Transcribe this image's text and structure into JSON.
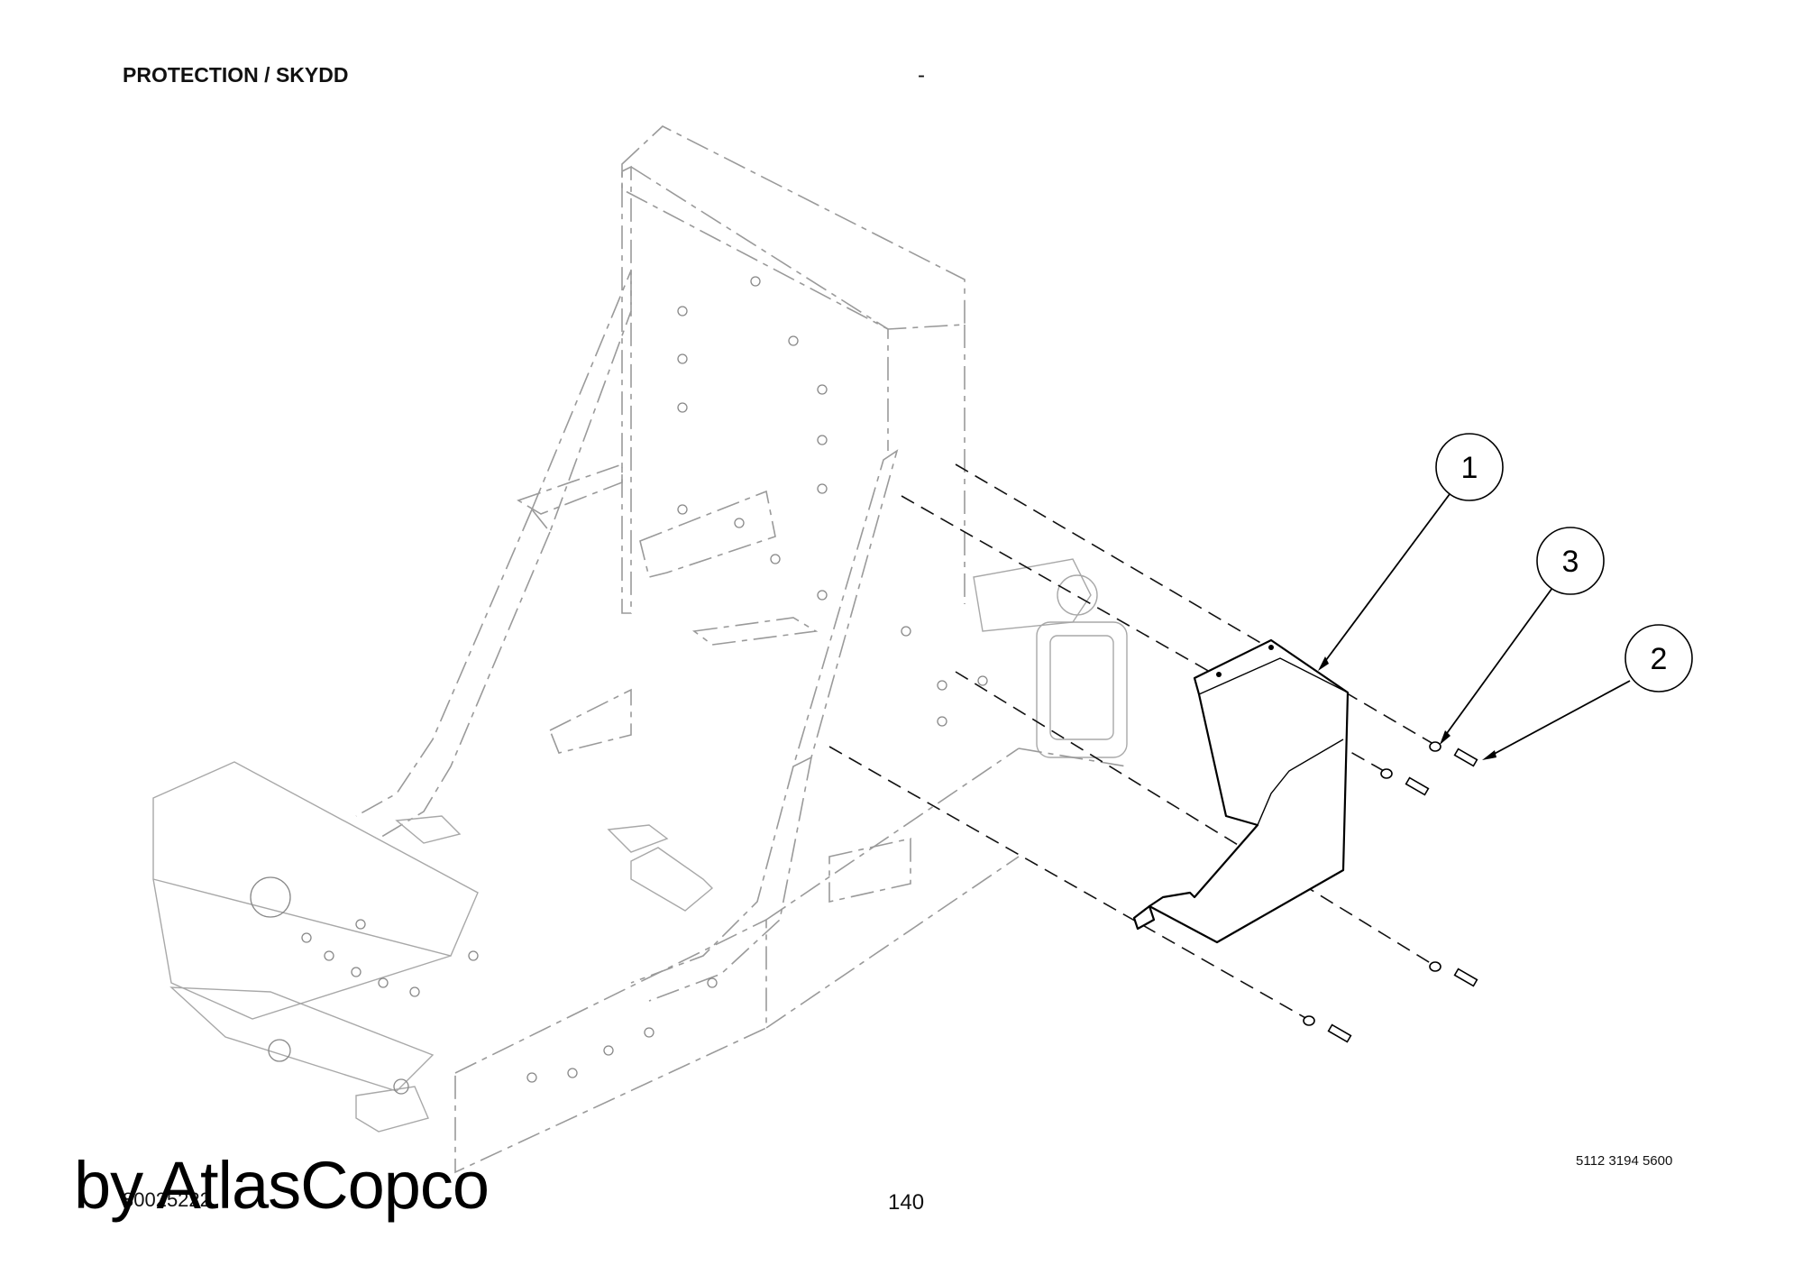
{
  "header": {
    "title": "PROTECTION / SKYDD",
    "separator": "-"
  },
  "balloons": [
    {
      "label": "1"
    },
    {
      "label": "3"
    },
    {
      "label": "2"
    }
  ],
  "footer": {
    "part_number": "5112 3194 5600",
    "drawing_number": "80025222",
    "page_number": "140"
  },
  "watermark": {
    "text": "by AtlasCopco"
  }
}
